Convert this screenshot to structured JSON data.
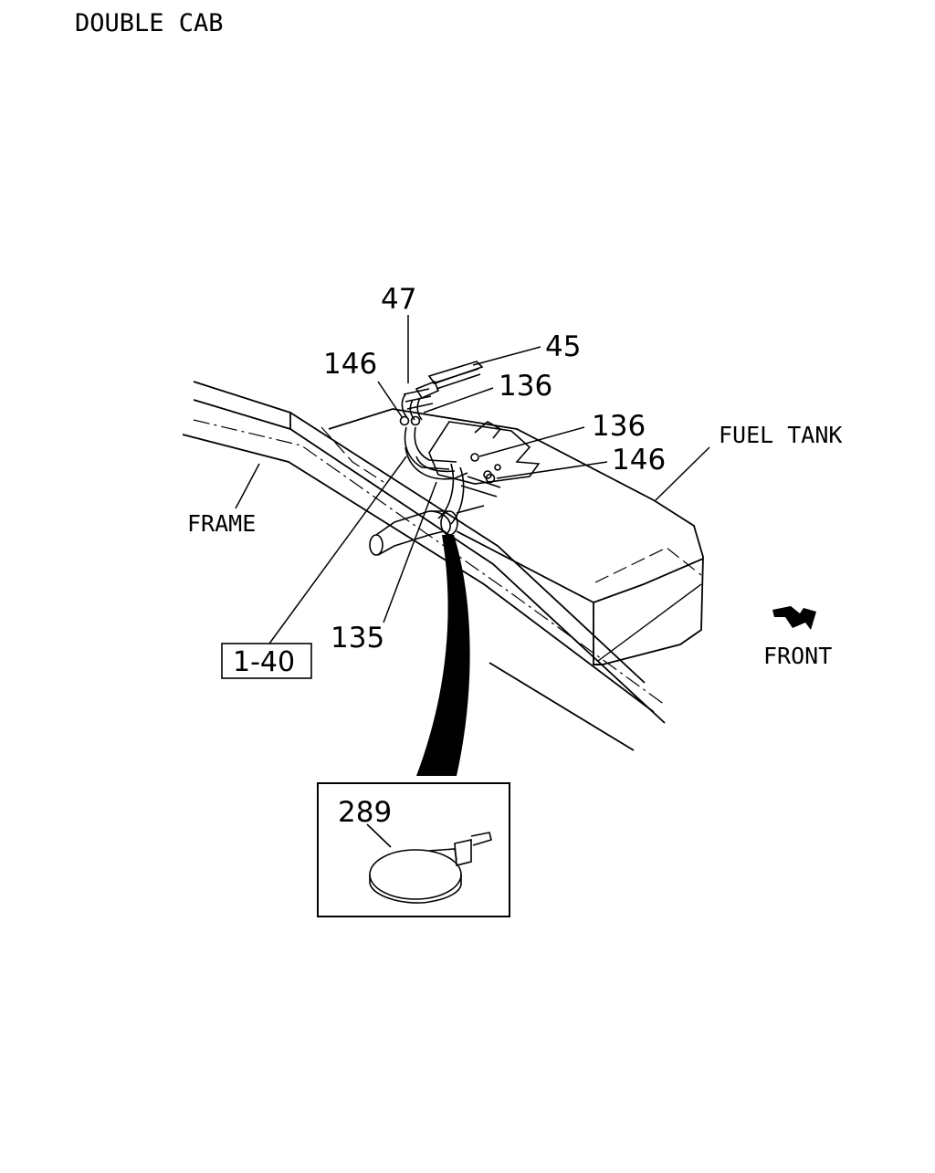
{
  "header": {
    "variant": "DOUBLE CAB"
  },
  "labels": {
    "part_47": "47",
    "part_45": "45",
    "part_146_upper": "146",
    "part_136_upper": "136",
    "part_136_lower": "136",
    "part_146_lower": "146",
    "fuel_tank": "FUEL TANK",
    "frame": "FRAME",
    "part_135": "135",
    "ref_box": "1-40",
    "front": "FRONT",
    "part_289": "289"
  },
  "colors": {
    "ink": "#000000",
    "paper": "#ffffff"
  }
}
